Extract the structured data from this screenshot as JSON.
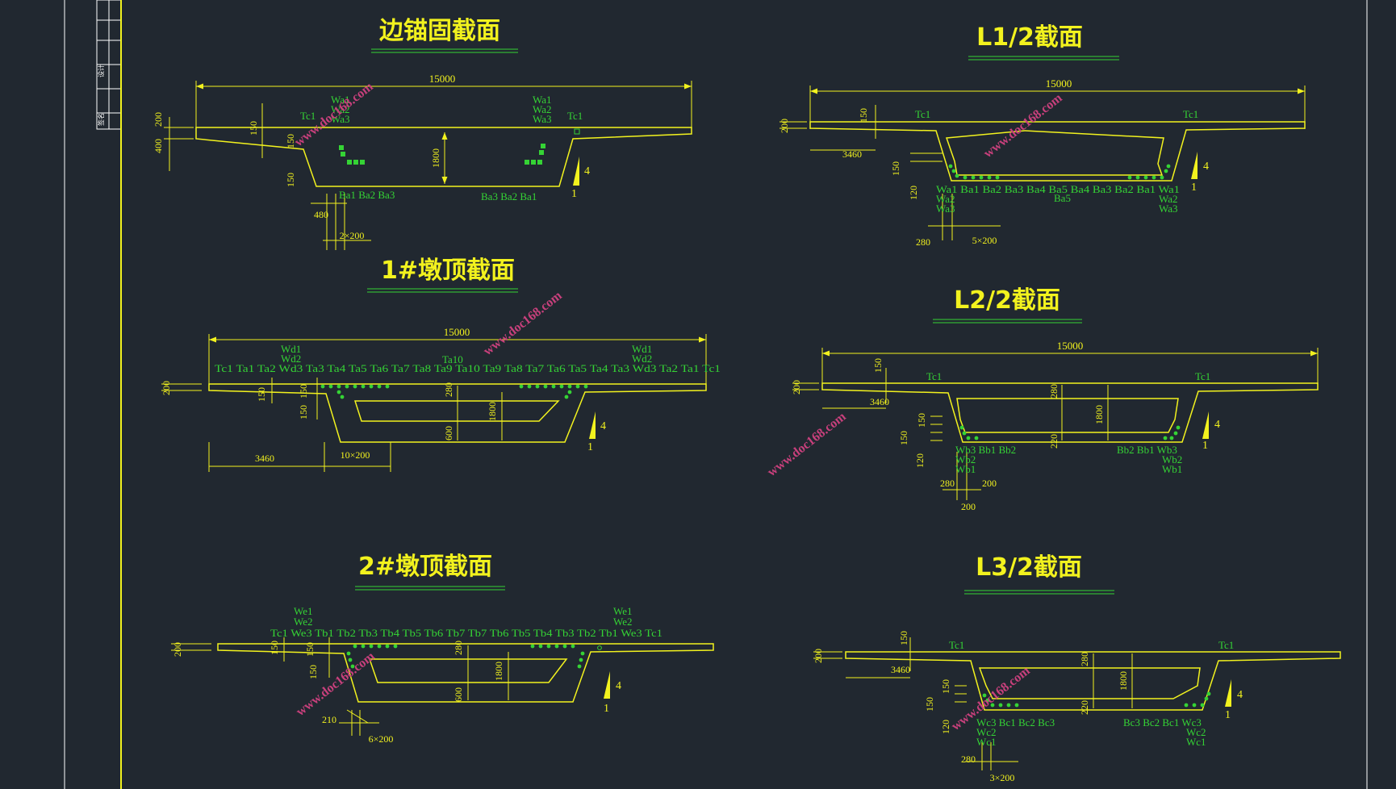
{
  "colors": {
    "background": "#212830",
    "outline": "#f2f21e",
    "annotation": "#35d335",
    "watermark": "#c8407c",
    "frame": "#ffffff"
  },
  "title_block": {
    "label_a": "设计",
    "label_b": "签名"
  },
  "watermark": "www.doc168.com",
  "sections": {
    "s1": {
      "title": "边锚固截面",
      "width_dim": "15000",
      "dims": {
        "d200": "200",
        "d400": "400",
        "d150a": "150",
        "d150b": "150",
        "d150c": "150",
        "d1800": "1800",
        "d480": "480",
        "spacing": "2×200"
      },
      "labels": {
        "tc_l": "Tc1",
        "tc_r": "Tc1",
        "wa_l1": "Wa1",
        "wa_l2": "Wa2",
        "wa_l3": "Wa3",
        "wa_r1": "Wa1",
        "wa_r2": "Wa2",
        "wa_r3": "Wa3",
        "ba_l": "Ba1 Ba2 Ba3",
        "ba_r": "Ba3 Ba2 Ba1"
      },
      "slope": {
        "v": "4",
        "h": "1"
      }
    },
    "s2": {
      "title": "1#墩顶截面",
      "width_dim": "15000",
      "dims": {
        "d200": "200",
        "d150a": "150",
        "d150b": "150",
        "d150c": "150",
        "d280": "280",
        "d1800": "1800",
        "d600": "600",
        "d3460": "3460",
        "spacing": "10×200"
      },
      "labels": {
        "row": "Tc1 Ta1 Ta2 Wd3  Ta3 Ta4 Ta5 Ta6 Ta7 Ta8 Ta9  Ta10  Ta9 Ta8 Ta7 Ta6 Ta5 Ta4 Ta3 Wd3  Ta2 Ta1 Tc1",
        "wd_l1": "Wd1",
        "wd_l2": "Wd2",
        "wd_r1": "Wd1",
        "wd_r2": "Wd2",
        "ta10": "Ta10"
      },
      "slope": {
        "v": "4",
        "h": "1"
      }
    },
    "s3": {
      "title": "2#墩顶截面",
      "dims": {
        "d200": "200",
        "d150a": "150",
        "d150b": "150",
        "d150c": "150",
        "d280": "280",
        "d1800": "1800",
        "d600": "600",
        "d210": "210",
        "spacing": "6×200"
      },
      "labels": {
        "row": "Tc1 We3 Tb1 Tb2 Tb3 Tb4 Tb5 Tb6 Tb7 Tb7 Tb6 Tb5 Tb4 Tb3 Tb2 Tb1 We3   Tc1",
        "we_l1": "We1",
        "we_l2": "We2",
        "we_r1": "We1",
        "we_r2": "We2"
      },
      "slope": {
        "v": "4",
        "h": "1"
      }
    },
    "s4": {
      "title": "L1/2截面",
      "width_dim": "15000",
      "dims": {
        "d200": "200",
        "d150a": "150",
        "d150b": "150",
        "d120": "120",
        "d3460": "3460",
        "d280": "280",
        "spacing": "5×200"
      },
      "labels": {
        "tc_l": "Tc1",
        "tc_r": "Tc1",
        "row": "Wa1 Ba1 Ba2 Ba3 Ba4 Ba5  Ba4 Ba3 Ba2 Ba1 Wa1",
        "ba5": "Ba5",
        "wa_l2": "Wa2",
        "wa_l3": "Wa3",
        "wa_r2": "Wa2",
        "wa_r3": "Wa3"
      },
      "slope": {
        "v": "4",
        "h": "1"
      }
    },
    "s5": {
      "title": "L2/2截面",
      "width_dim": "15000",
      "dims": {
        "d200": "200",
        "d150a": "150",
        "d150b": "150",
        "d150c": "150",
        "d120": "120",
        "d3460": "3460",
        "d280a": "280",
        "d220": "220",
        "d1800": "1800",
        "d280b": "280",
        "d200b": "200",
        "d200c": "200"
      },
      "labels": {
        "tc_l": "Tc1",
        "tc_r": "Tc1",
        "bb_l": "Wb3  Bb1 Bb2",
        "bb_r": "Bb2 Bb1 Wb3",
        "wb_l2": "Wb2",
        "wb_l1": "Wb1",
        "wb_r2": "Wb2",
        "wb_r1": "Wb1"
      },
      "slope": {
        "v": "4",
        "h": "1"
      }
    },
    "s6": {
      "title": "L3/2截面",
      "dims": {
        "d200": "200",
        "d150a": "150",
        "d150b": "150",
        "d150c": "150",
        "d120": "120",
        "d3460": "3460",
        "d280a": "280",
        "d220": "220",
        "d1800": "1800",
        "d280b": "280",
        "spacing": "3×200"
      },
      "labels": {
        "tc_l": "Tc1",
        "tc_r": "Tc1",
        "bc_l": "Wc3  Bc1 Bc2 Bc3",
        "bc_r": "Bc3 Bc2 Bc1 Wc3",
        "wc_l2": "Wc2",
        "wc_l1": "Wc1",
        "wc_r2": "Wc2",
        "wc_r1": "Wc1"
      },
      "slope": {
        "v": "4",
        "h": "1"
      }
    }
  }
}
